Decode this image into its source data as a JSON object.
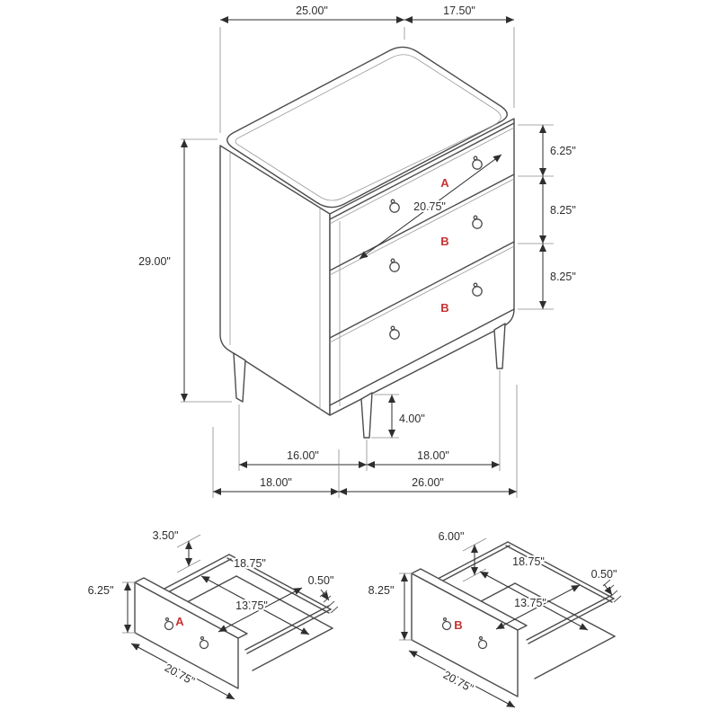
{
  "figure": {
    "type": "furniture-dimension-diagram",
    "subject": "3-drawer chest with detail views of drawers A and B"
  },
  "colors": {
    "line": "#4c4c4c",
    "dim": "#2e2e2e",
    "ext": "#8c8c8c",
    "red": "#c83232",
    "bg": "#ffffff"
  },
  "main_view": {
    "top_width": "25.00\"",
    "top_depth": "17.50\"",
    "overall_height": "29.00\"",
    "drawer_a_height": "6.25\"",
    "drawer_b_middle_height": "8.25\"",
    "drawer_b_bottom_height": "8.25\"",
    "drawer_front_width": "20.75\"",
    "leg_height": "4.00\"",
    "floor_span_side": "16.00\"",
    "floor_span_front": "18.00\"",
    "overall_depth_floor": "18.00\"",
    "overall_width_floor": "26.00\"",
    "drawer_labels": [
      "A",
      "B",
      "B"
    ]
  },
  "drawer_a": {
    "label": "A",
    "side_height": "3.50\"",
    "interior_width": "18.75\"",
    "panel_thickness": "0.50\"",
    "front_height": "6.25\"",
    "interior_depth": "13.75\"",
    "front_width": "20.75\""
  },
  "drawer_b": {
    "label": "B",
    "side_height": "6.00\"",
    "interior_width": "18.75\"",
    "panel_thickness": "0.50\"",
    "front_height": "8.25\"",
    "interior_depth": "13.75\"",
    "front_width": "20.75\""
  }
}
